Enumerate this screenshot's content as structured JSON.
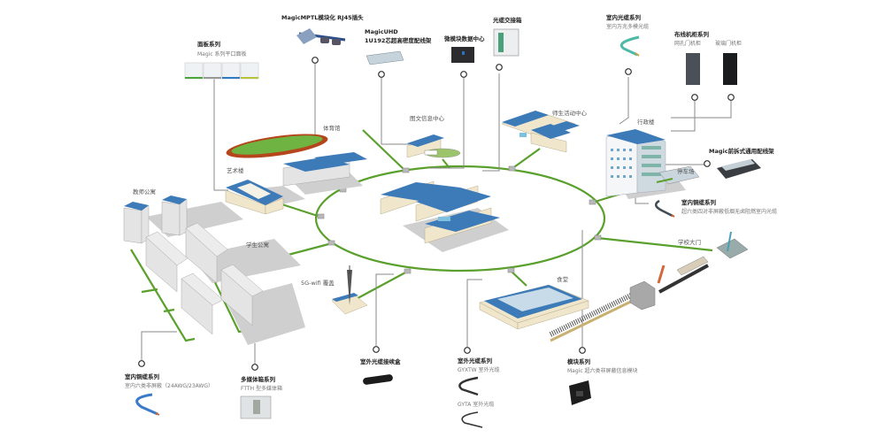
{
  "diagram": {
    "colors": {
      "network_line": "#5aa02c",
      "leader_line": "#888888",
      "roof_blue": "#3d7ab8",
      "wall_cream": "#efe6cc",
      "track_red": "#b5451b",
      "field_green": "#6fb442",
      "shadow": "#c8c8c8"
    },
    "buildings": {
      "gym": "体育馆",
      "art": "艺术楼",
      "library": "图文信息中心",
      "activity": "师生活动中心",
      "admin": "行政楼",
      "parking": "停车场",
      "teacher_apt": "教师公寓",
      "student_apt": "学生公寓",
      "wifi": "5G-wifi 覆盖",
      "canteen": "食堂",
      "gate": "学校大门"
    },
    "products": {
      "panel": {
        "title": "面板系列",
        "subtitle": "Magic 系列平口面板"
      },
      "mptl": {
        "title": "MagicMPTL模块化 RJ45插头"
      },
      "uhd": {
        "title_line1": "MagicUHD",
        "title_line2": "1U192芯超高密度配线架"
      },
      "micro_dc": {
        "title": "微模块数据中心"
      },
      "cross_box": {
        "title": "光缆交接箱"
      },
      "indoor_fiber": {
        "title": "室内光缆系列",
        "subtitle": "室内万兆多模光缆"
      },
      "cabinet": {
        "title": "布线机柜系列",
        "item1": "网孔门机柜",
        "item2": "玻璃门机柜"
      },
      "patch_panel": {
        "title": "Magic前拆式通用配线架"
      },
      "indoor_copper_right": {
        "title": "室内铜缆系列",
        "subtitle": "超六类四对非屏蔽低烟无卤阻燃室内光缆"
      },
      "indoor_copper_left": {
        "title": "室内铜缆系列",
        "subtitle": "室内六类非屏蔽（24AWG/23AWG）"
      },
      "media_box": {
        "title": "多媒体箱系列",
        "subtitle": "FTTH 型多媒体箱"
      },
      "splice": {
        "title": "室外光缆接续盒"
      },
      "outdoor_fiber": {
        "title": "室外光缆系列",
        "item1": "GYXTW 室外光缆",
        "item2": "GYTA 室外光缆"
      },
      "module": {
        "title": "模块系列",
        "subtitle": "Magic 超六类非屏蔽信息模块"
      }
    }
  }
}
